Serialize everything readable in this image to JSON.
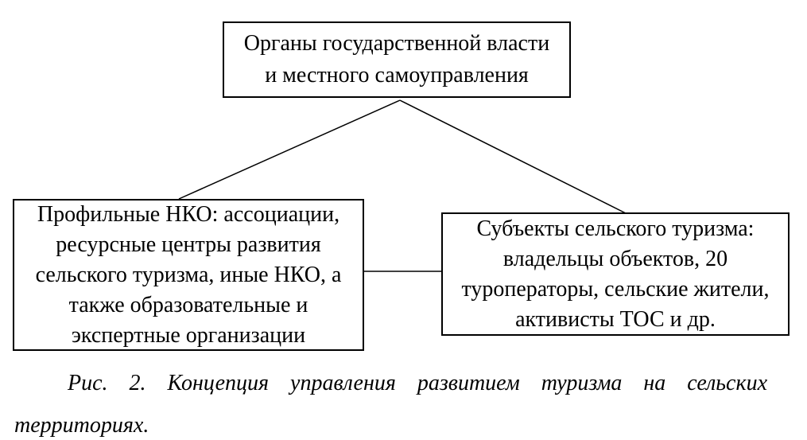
{
  "colors": {
    "background": "#ffffff",
    "box_border": "#000000",
    "text": "#000000",
    "connector_line": "#000000"
  },
  "diagram": {
    "top_box": {
      "lines": [
        "Органы государственной власти",
        "и местного самоуправления"
      ]
    },
    "left_box": {
      "lines": [
        "Профильные НКО: ассоциации,",
        "ресурсные центры развития",
        "сельского туризма, иные НКО, а",
        "также образовательные и",
        "экспертные организации"
      ]
    },
    "right_box": {
      "lines": [
        "Субъекты сельского туризма:",
        "владельцы объектов, 20",
        "туроператоры, сельские жители,",
        "активисты ТОС и др."
      ]
    },
    "connectors": [
      "top-box to left-box diagonal",
      "top-box to right-box diagonal",
      "left-box to right-box horizontal"
    ]
  },
  "caption": {
    "figure_label": "Рис. 2.",
    "line1": "Рис. 2. Концепция управления развитием туризма на сельских",
    "line2": "территориях."
  }
}
